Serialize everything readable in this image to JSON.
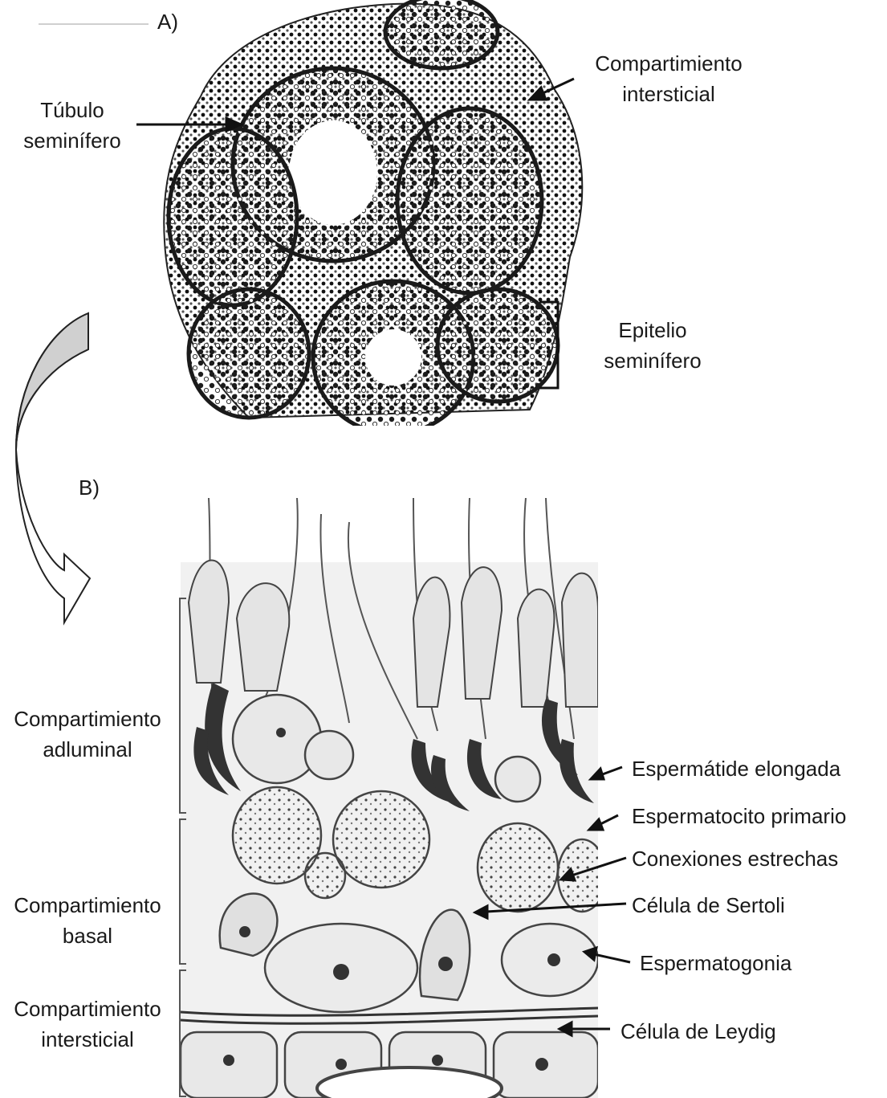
{
  "panel_a": {
    "letter": "A)",
    "labels": {
      "tubulo_line1": "Túbulo",
      "tubulo_line2": "seminífero",
      "intersticial_line1": "Compartimiento",
      "intersticial_line2": "intersticial",
      "epitelio_line1": "Epitelio",
      "epitelio_line2": "seminífero"
    }
  },
  "panel_b": {
    "letter": "B)",
    "left_labels": {
      "adluminal_line1": "Compartimiento",
      "adluminal_line2": "adluminal",
      "basal_line1": "Compartimiento",
      "basal_line2": "basal",
      "intersticial_line1": "Compartimiento",
      "intersticial_line2": "intersticial"
    },
    "right_labels": {
      "espermatide": "Espermátide elongada",
      "espermatocito": "Espermatocito primario",
      "conexiones": "Conexiones  estrechas",
      "sertoli": "Célula de Sertoli",
      "espermatogonia": "Espermatogonia",
      "leydig": "Célula de Leydig"
    }
  },
  "colors": {
    "text": "#1a1a1a",
    "cell_fill": "#e6e6e6",
    "tissue_bg": "#f2f2f2",
    "dark_nuclei": "#2b2b2b",
    "arrow_fill": "#d0d0d0"
  }
}
